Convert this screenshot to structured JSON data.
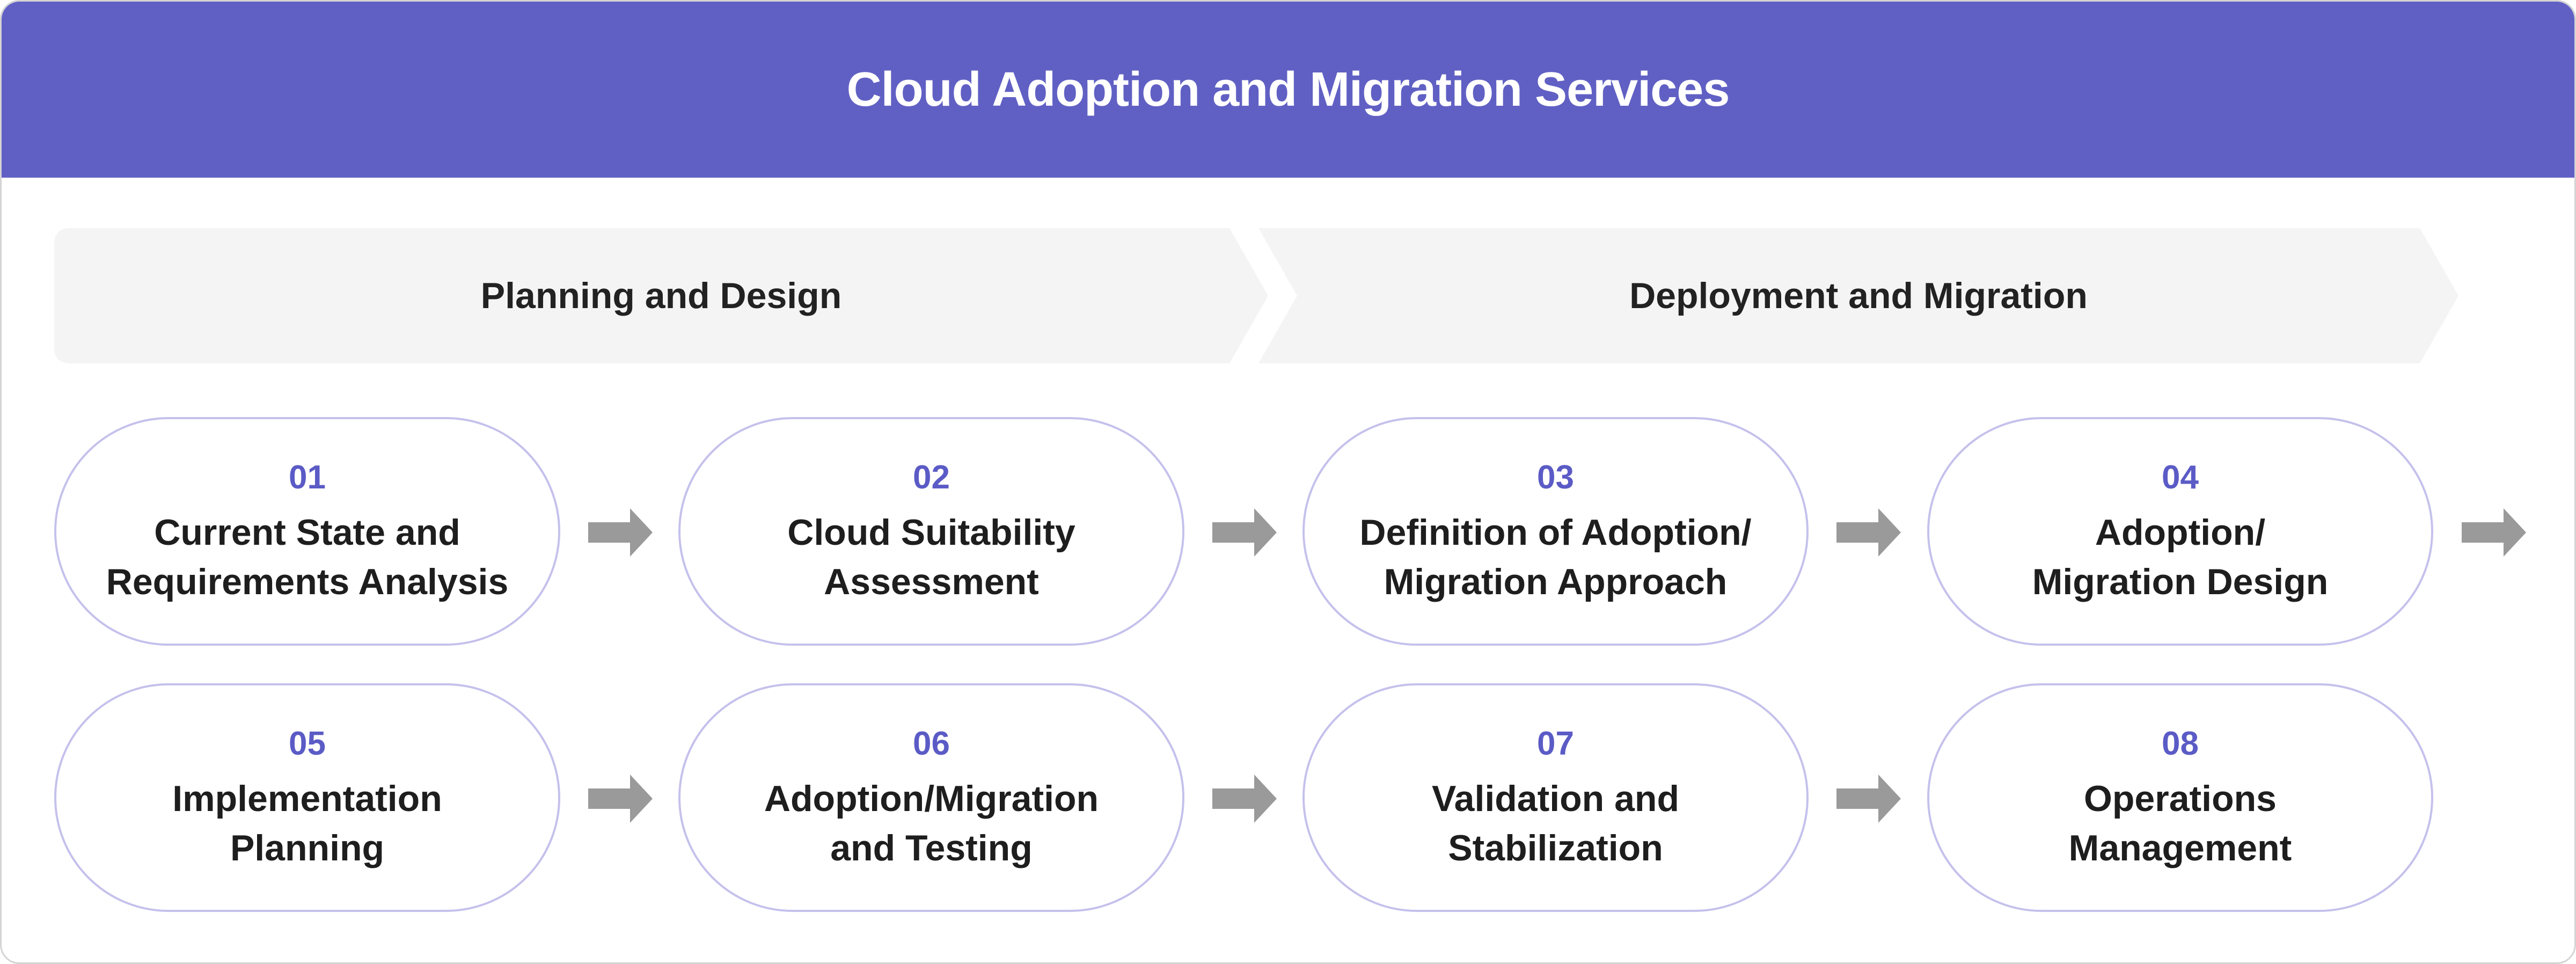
{
  "header": {
    "title": "Cloud Adoption and Migration Services"
  },
  "phases": [
    {
      "label": "Planning and Design"
    },
    {
      "label": "Deployment and Migration"
    }
  ],
  "steps": [
    {
      "number": "01",
      "label": "Current State and\nRequirements Analysis"
    },
    {
      "number": "02",
      "label": "Cloud Suitability\nAssessment"
    },
    {
      "number": "03",
      "label": "Definition of Adoption/\nMigration Approach"
    },
    {
      "number": "04",
      "label": "Adoption/\nMigration Design"
    },
    {
      "number": "05",
      "label": "Implementation\nPlanning"
    },
    {
      "number": "06",
      "label": "Adoption/Migration\nand Testing"
    },
    {
      "number": "07",
      "label": "Validation and\nStabilization"
    },
    {
      "number": "08",
      "label": "Operations\nManagement"
    }
  ],
  "colors": {
    "accent": "#6060c4",
    "number": "#5b5bc6",
    "pill_border": "#c5c1ec",
    "arrow": "#9a9a9a",
    "phase_bg": "#f4f4f4"
  }
}
